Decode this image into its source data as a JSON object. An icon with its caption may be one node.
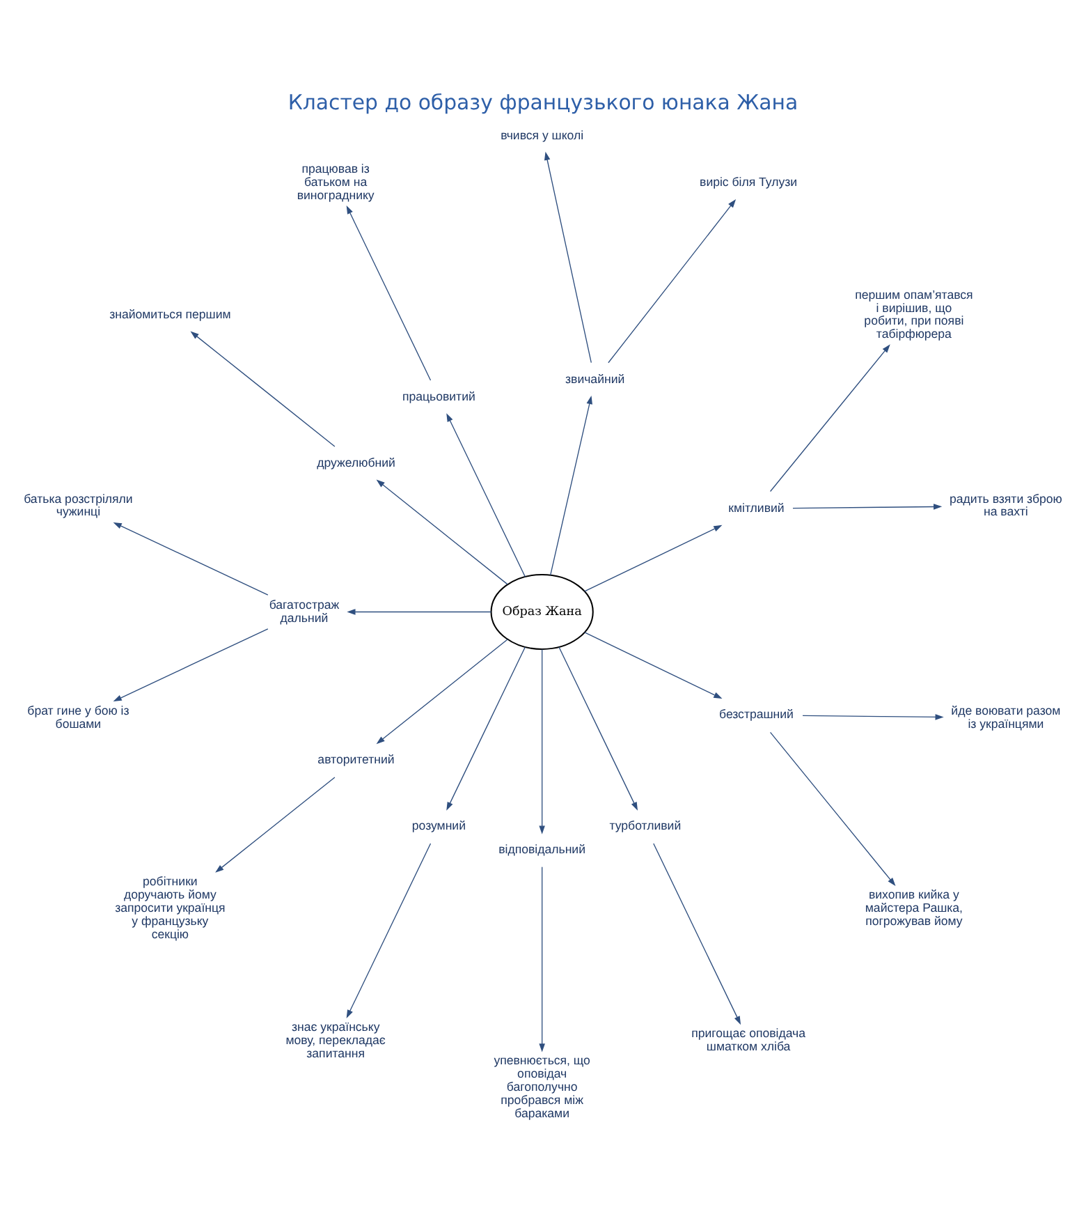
{
  "diagram": {
    "title": "Кластер до образу французького юнака Жана",
    "nodes": [
      {
        "text": [
          "Образ Жана"
        ]
      },
      {
        "text": [
          "кмітливий"
        ]
      },
      {
        "text": [
          "радить взяти зброю на вахті"
        ]
      },
      {
        "text": [
          "першим опам’ятався і вирішив, що робити, при появі табірфюрера"
        ]
      },
      {
        "text": [
          "звичайний"
        ]
      },
      {
        "text": [
          "виріс біля Тулузи"
        ]
      },
      {
        "text": [
          "вчився у школі"
        ]
      },
      {
        "text": [
          "працьовитий"
        ]
      },
      {
        "text": [
          "працював із батьком на винограднику"
        ]
      },
      {
        "text": [
          "дружелюбний"
        ]
      },
      {
        "text": [
          "знайомиться першим"
        ]
      },
      {
        "text": [
          "багатостраж дальний"
        ]
      },
      {
        "text": [
          "батька розстріляли чужинці"
        ]
      },
      {
        "text": [
          "брат гине у бою із бошами"
        ]
      },
      {
        "text": [
          "авторитетний"
        ]
      },
      {
        "text": [
          "робітники доручають йому запросити українця у французьку секцію"
        ]
      },
      {
        "text": [
          "розумний"
        ]
      },
      {
        "text": [
          "знає українську мову, перекладає запитання"
        ]
      },
      {
        "text": [
          "відповідальний"
        ]
      },
      {
        "text": [
          "упевнюється, що оповідач багополучно пробрався між бараками"
        ]
      },
      {
        "text": [
          "турботливий"
        ]
      },
      {
        "text": [
          "пригощає оповідача шматком хліба"
        ]
      },
      {
        "text": [
          "безстрашний"
        ]
      },
      {
        "text": [
          "вихопив кийка у майстера Рашка, погрожував йому"
        ]
      },
      {
        "text": [
          "йде воювати разом із українцями"
        ]
      }
    ],
    "edges": [
      {
        "from": 0,
        "to": 1,
        "arrow": "to"
      },
      {
        "from": 1,
        "to": 2,
        "arrow": "to"
      },
      {
        "from": 1,
        "to": 3,
        "arrow": "to"
      },
      {
        "from": 0,
        "to": 4,
        "arrow": "to"
      },
      {
        "from": 4,
        "to": 5,
        "arrow": "to"
      },
      {
        "from": 4,
        "to": 6,
        "arrow": "to"
      },
      {
        "from": 0,
        "to": 7,
        "arrow": "to"
      },
      {
        "from": 7,
        "to": 8,
        "arrow": "to"
      },
      {
        "from": 0,
        "to": 9,
        "arrow": "to"
      },
      {
        "from": 9,
        "to": 10,
        "arrow": "to"
      },
      {
        "from": 0,
        "to": 11,
        "arrow": "to"
      },
      {
        "from": 11,
        "to": 12,
        "arrow": "to"
      },
      {
        "from": 11,
        "to": 13,
        "arrow": "to"
      },
      {
        "from": 0,
        "to": 14,
        "arrow": "to"
      },
      {
        "from": 14,
        "to": 15,
        "arrow": "to"
      },
      {
        "from": 0,
        "to": 16,
        "arrow": "to"
      },
      {
        "from": 16,
        "to": 17,
        "arrow": "to"
      },
      {
        "from": 0,
        "to": 18,
        "arrow": "to"
      },
      {
        "from": 18,
        "to": 19,
        "arrow": "to"
      },
      {
        "from": 0,
        "to": 20,
        "arrow": "to"
      },
      {
        "from": 20,
        "to": 21,
        "arrow": "to"
      },
      {
        "from": 0,
        "to": 22,
        "arrow": "to"
      },
      {
        "from": 22,
        "to": 23,
        "arrow": "to"
      },
      {
        "from": 22,
        "to": 24,
        "arrow": "to"
      }
    ]
  }
}
